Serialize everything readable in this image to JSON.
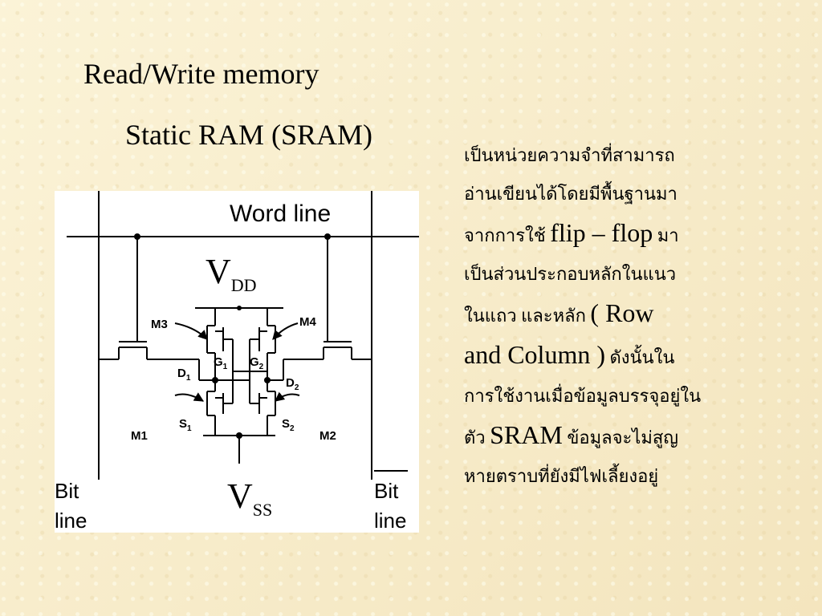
{
  "slide": {
    "title": "Read/Write memory",
    "subtitle": "Static RAM (SRAM)"
  },
  "diagram": {
    "word_line": "Word line",
    "vdd_main": "V",
    "vdd_sub": "DD",
    "vss_main": "V",
    "vss_sub": "SS",
    "bit_line_left_1": "Bit",
    "bit_line_left_2": "line",
    "bit_line_right_1": "Bit",
    "bit_line_right_2": "line",
    "m1": "M1",
    "m2": "M2",
    "m3": "M3",
    "m4": "M4",
    "g1": "G",
    "g1_sub": "1",
    "g2": "G",
    "g2_sub": "2",
    "d1": "D",
    "d1_sub": "1",
    "d2": "D",
    "d2_sub": "2",
    "s1": "S",
    "s1_sub": "1",
    "s2": "S",
    "s2_sub": "2"
  },
  "description": {
    "l1": "เป็นหน่วยความจำที่สามารถ",
    "l2": "อ่านเขียนได้โดยมีพื้นฐานมา",
    "l3a": "จากการใช้ ",
    "l3b": "flip – flop",
    "l3c": " มา",
    "l4": "เป็นส่วนประกอบหลักในแนว",
    "l5a": "ในแถว และหลัก ",
    "l5b": "( Row",
    "l6a": "and Column )",
    "l6b": "  ดังนั้นใน",
    "l7": "การใช้งานเมื่อข้อมูลบรรจุอยู่ใน",
    "l8a": "ตัว ",
    "l8b": "SRAM",
    "l8c": " ข้อมูลจะไม่สูญ",
    "l9": "หายตราบที่ยังมีไฟเลี้ยงอยู่"
  }
}
